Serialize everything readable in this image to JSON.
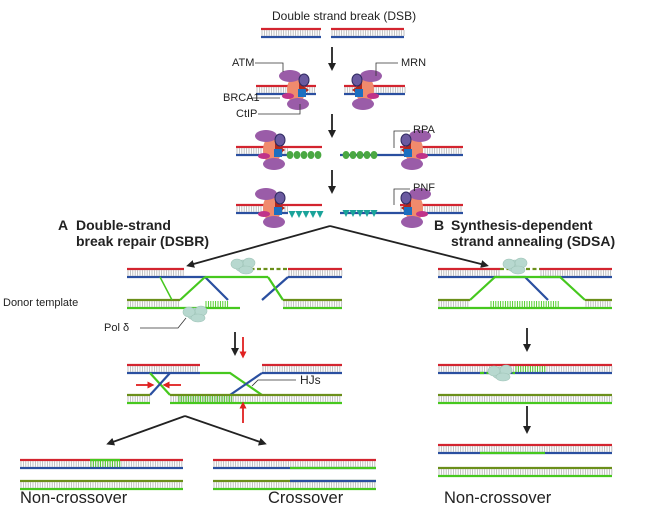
{
  "title": "Double strand break (DSB)",
  "proteins": {
    "atm": "ATM",
    "mrn": "MRN",
    "brca1": "BRCA1",
    "ctip": "CtIP",
    "rpa": "RPA",
    "pnf": "PNF"
  },
  "panel_a": {
    "letter": "A",
    "title_line1": "Double-strand",
    "title_line2": "break repair (DSBR)",
    "donor_label": "Donor template",
    "pol_label": "Pol δ",
    "hj_label": "HJs",
    "outcome_left": "Non-crossover",
    "outcome_right": "Crossover"
  },
  "panel_b": {
    "letter": "B",
    "title_line1": "Synthesis-dependent",
    "title_line2": "strand annealing (SDSA)",
    "outcome": "Non-crossover"
  },
  "colors": {
    "red_strand": "#d3242f",
    "blue_strand": "#2a4fa0",
    "green_strand": "#46c81e",
    "olive_strand": "#6b8f1a",
    "mrn_orange": "#f08a6d",
    "atm_purple": "#9a5ca8",
    "brca1_magenta": "#c0338a",
    "ctip_blue": "#1c6fc0",
    "mrn_darkred": "#b0281c",
    "rpa_green": "#4aa842",
    "pnf_teal": "#1aa39a",
    "arrow": "#222222",
    "hj_marker": "#e02020"
  }
}
